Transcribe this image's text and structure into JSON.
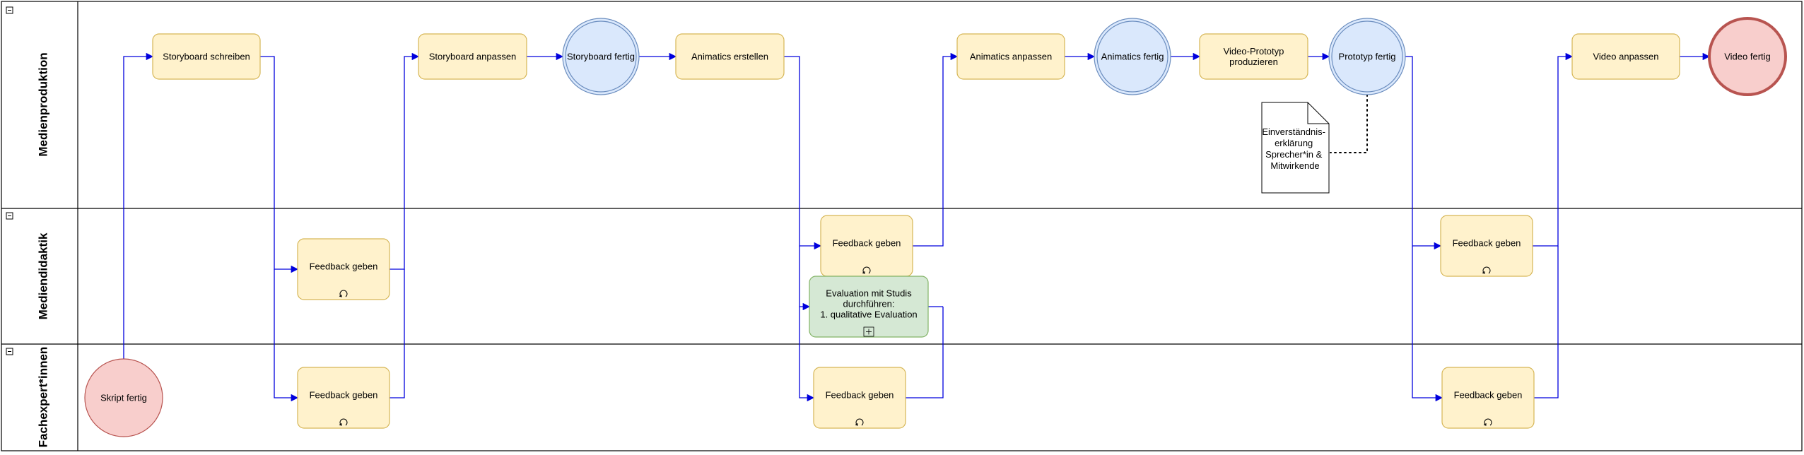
{
  "lanes": [
    {
      "id": "lane1",
      "label": "Medienproduktion"
    },
    {
      "id": "lane2",
      "label": "Mediendidaktik"
    },
    {
      "id": "lane3",
      "label": "Fachexpert*innen"
    }
  ],
  "tasks": [
    {
      "id": "t1",
      "lines": [
        "Storyboard schreiben"
      ],
      "kind": "task"
    },
    {
      "id": "t2",
      "lines": [
        "Storyboard anpassen"
      ],
      "kind": "task"
    },
    {
      "id": "t3",
      "lines": [
        "Animatics erstellen"
      ],
      "kind": "task"
    },
    {
      "id": "t4",
      "lines": [
        "Animatics anpassen"
      ],
      "kind": "task"
    },
    {
      "id": "t5",
      "lines": [
        "Video-Prototyp",
        "produzieren"
      ],
      "kind": "task"
    },
    {
      "id": "t6",
      "lines": [
        "Video anpassen"
      ],
      "kind": "task"
    },
    {
      "id": "t7",
      "lines": [
        "Feedback geben"
      ],
      "kind": "loop"
    },
    {
      "id": "t8",
      "lines": [
        "Feedback geben"
      ],
      "kind": "loop"
    },
    {
      "id": "t9",
      "lines": [
        "Feedback geben"
      ],
      "kind": "loop"
    },
    {
      "id": "t10",
      "lines": [
        "Evaluation mit Studis",
        "durchführen:",
        "1. qualitative Evaluation"
      ],
      "kind": "subprocess"
    },
    {
      "id": "t11",
      "lines": [
        "Feedback geben"
      ],
      "kind": "loop"
    },
    {
      "id": "t12",
      "lines": [
        "Feedback geben"
      ],
      "kind": "loop"
    },
    {
      "id": "t13",
      "lines": [
        "Feedback geben"
      ],
      "kind": "loop"
    }
  ],
  "events": [
    {
      "id": "e1",
      "label": "Skript fertig",
      "kind": "start"
    },
    {
      "id": "e2",
      "label": "Storyboard fertig",
      "kind": "intermediate"
    },
    {
      "id": "e3",
      "label": "Animatics fertig",
      "kind": "intermediate"
    },
    {
      "id": "e4",
      "label": "Prototyp fertig",
      "kind": "intermediate"
    },
    {
      "id": "e5",
      "label": "Video fertig",
      "kind": "end"
    }
  ],
  "document": {
    "id": "d1",
    "lines": [
      "Einverständnis-",
      "erklärung",
      "Sprecher*in &",
      "Mitwirkende"
    ]
  },
  "colors": {
    "task_fill": "#fff2cc",
    "task_stroke": "#d6b656",
    "sub_fill": "#d5e8d4",
    "sub_stroke": "#82b366",
    "inter_fill": "#dae8fc",
    "inter_stroke": "#6c8ebf",
    "start_fill": "#f8cecc",
    "start_stroke": "#b85450",
    "flow": "#0000dd",
    "line": "#000000"
  }
}
